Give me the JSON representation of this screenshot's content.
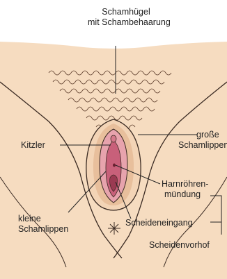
{
  "labels": {
    "mons_line1": "Schamhügel",
    "mons_line2": "mit Schambehaarung",
    "kitzler": "Kitzler",
    "grosse_line1": "große",
    "grosse_line2": "Schamlippen",
    "harn_line1": "Harnröhren-",
    "harn_line2": "mündung",
    "kleine_line1": "kleine",
    "kleine_line2": "Schamlippen",
    "scheideneingang": "Scheideneingang",
    "scheidenvorhof": "Scheidenvorhof"
  },
  "colors": {
    "skin": "#f6dcc0",
    "skin_shade": "#e8bf9c",
    "outline": "#3a2a22",
    "labia_minora": "#e7a3ad",
    "inner": "#c8607a",
    "leader_line": "#222222"
  }
}
